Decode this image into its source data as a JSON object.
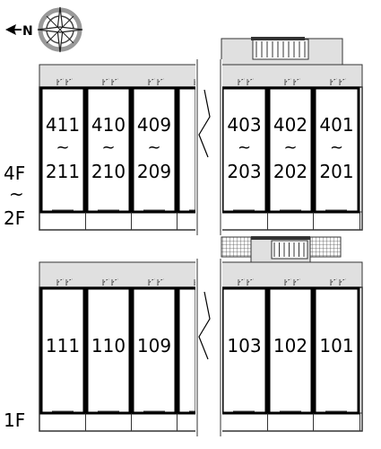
{
  "compass": {
    "north_label": "N",
    "icon": "compass-icon"
  },
  "floor_labels": {
    "upper_top": "4F",
    "upper_sep": "~",
    "upper_bottom": "2F",
    "ground": "1F"
  },
  "upper_units": [
    {
      "top": "411",
      "sep": "~",
      "bottom": "211"
    },
    {
      "top": "410",
      "sep": "~",
      "bottom": "210"
    },
    {
      "top": "409",
      "sep": "~",
      "bottom": "209"
    },
    {
      "top": "403",
      "sep": "~",
      "bottom": "203"
    },
    {
      "top": "402",
      "sep": "~",
      "bottom": "202"
    },
    {
      "top": "401",
      "sep": "~",
      "bottom": "201"
    }
  ],
  "ground_units": [
    "111",
    "110",
    "109",
    "103",
    "102",
    "101"
  ]
}
